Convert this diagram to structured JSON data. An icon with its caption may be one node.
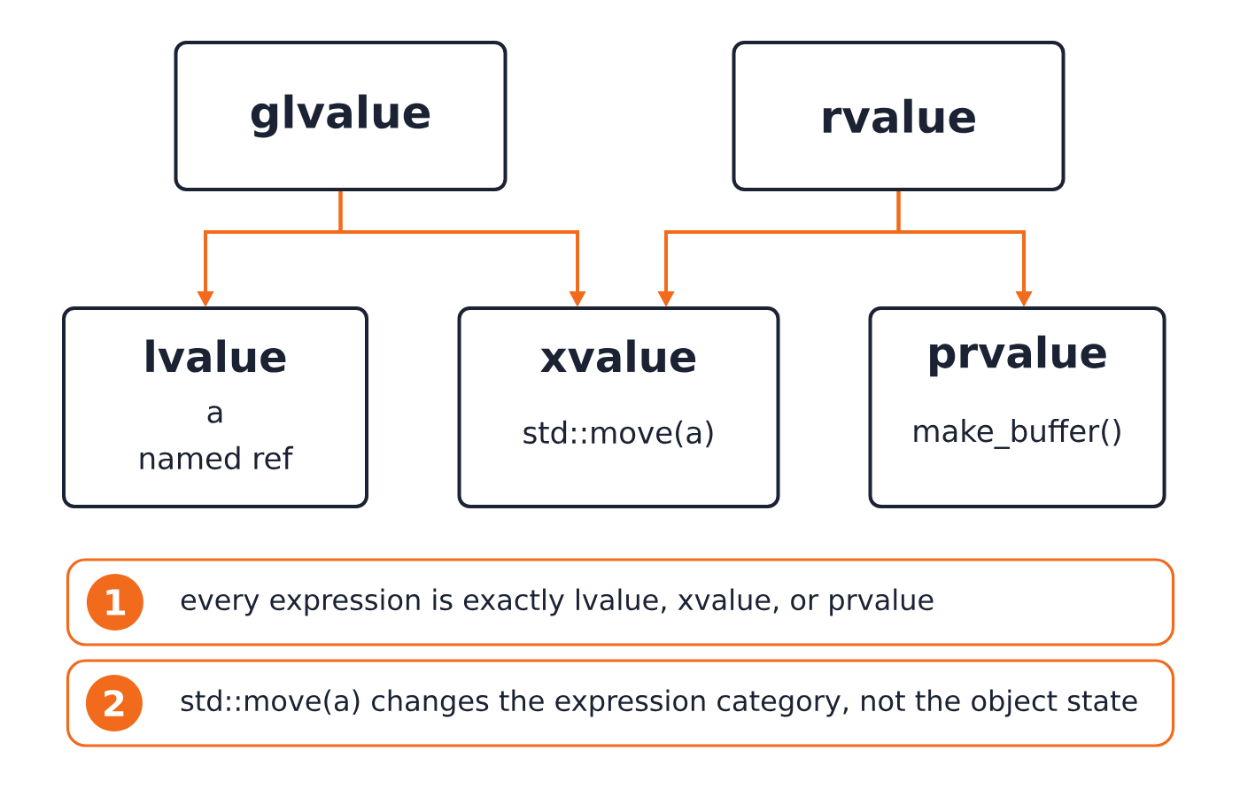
{
  "diagram": {
    "nodes": [
      {
        "text": [
          "glvalue"
        ]
      },
      {
        "text": [
          "rvalue"
        ]
      },
      {
        "text": [
          "lvalue",
          "a",
          "named ref"
        ]
      },
      {
        "text": [
          "xvalue",
          "std::move(a)"
        ]
      },
      {
        "text": [
          "prvalue",
          "make_buffer()"
        ]
      },
      {
        "text": [
          "every expression is exactly lvalue, xvalue, or prvalue"
        ]
      },
      {
        "text": [
          "1"
        ],
        "in": 5
      },
      {
        "text": [
          "std::move(a) changes the expression category, not the object state"
        ]
      },
      {
        "text": [
          "2"
        ],
        "in": 7
      }
    ],
    "edges": [
      {
        "from": 0,
        "to": 2,
        "arrow": "to"
      },
      {
        "from": 0,
        "to": 3,
        "arrow": "to"
      },
      {
        "from": 1,
        "to": 3,
        "arrow": "to"
      },
      {
        "from": 1,
        "to": 4,
        "arrow": "to"
      }
    ]
  }
}
